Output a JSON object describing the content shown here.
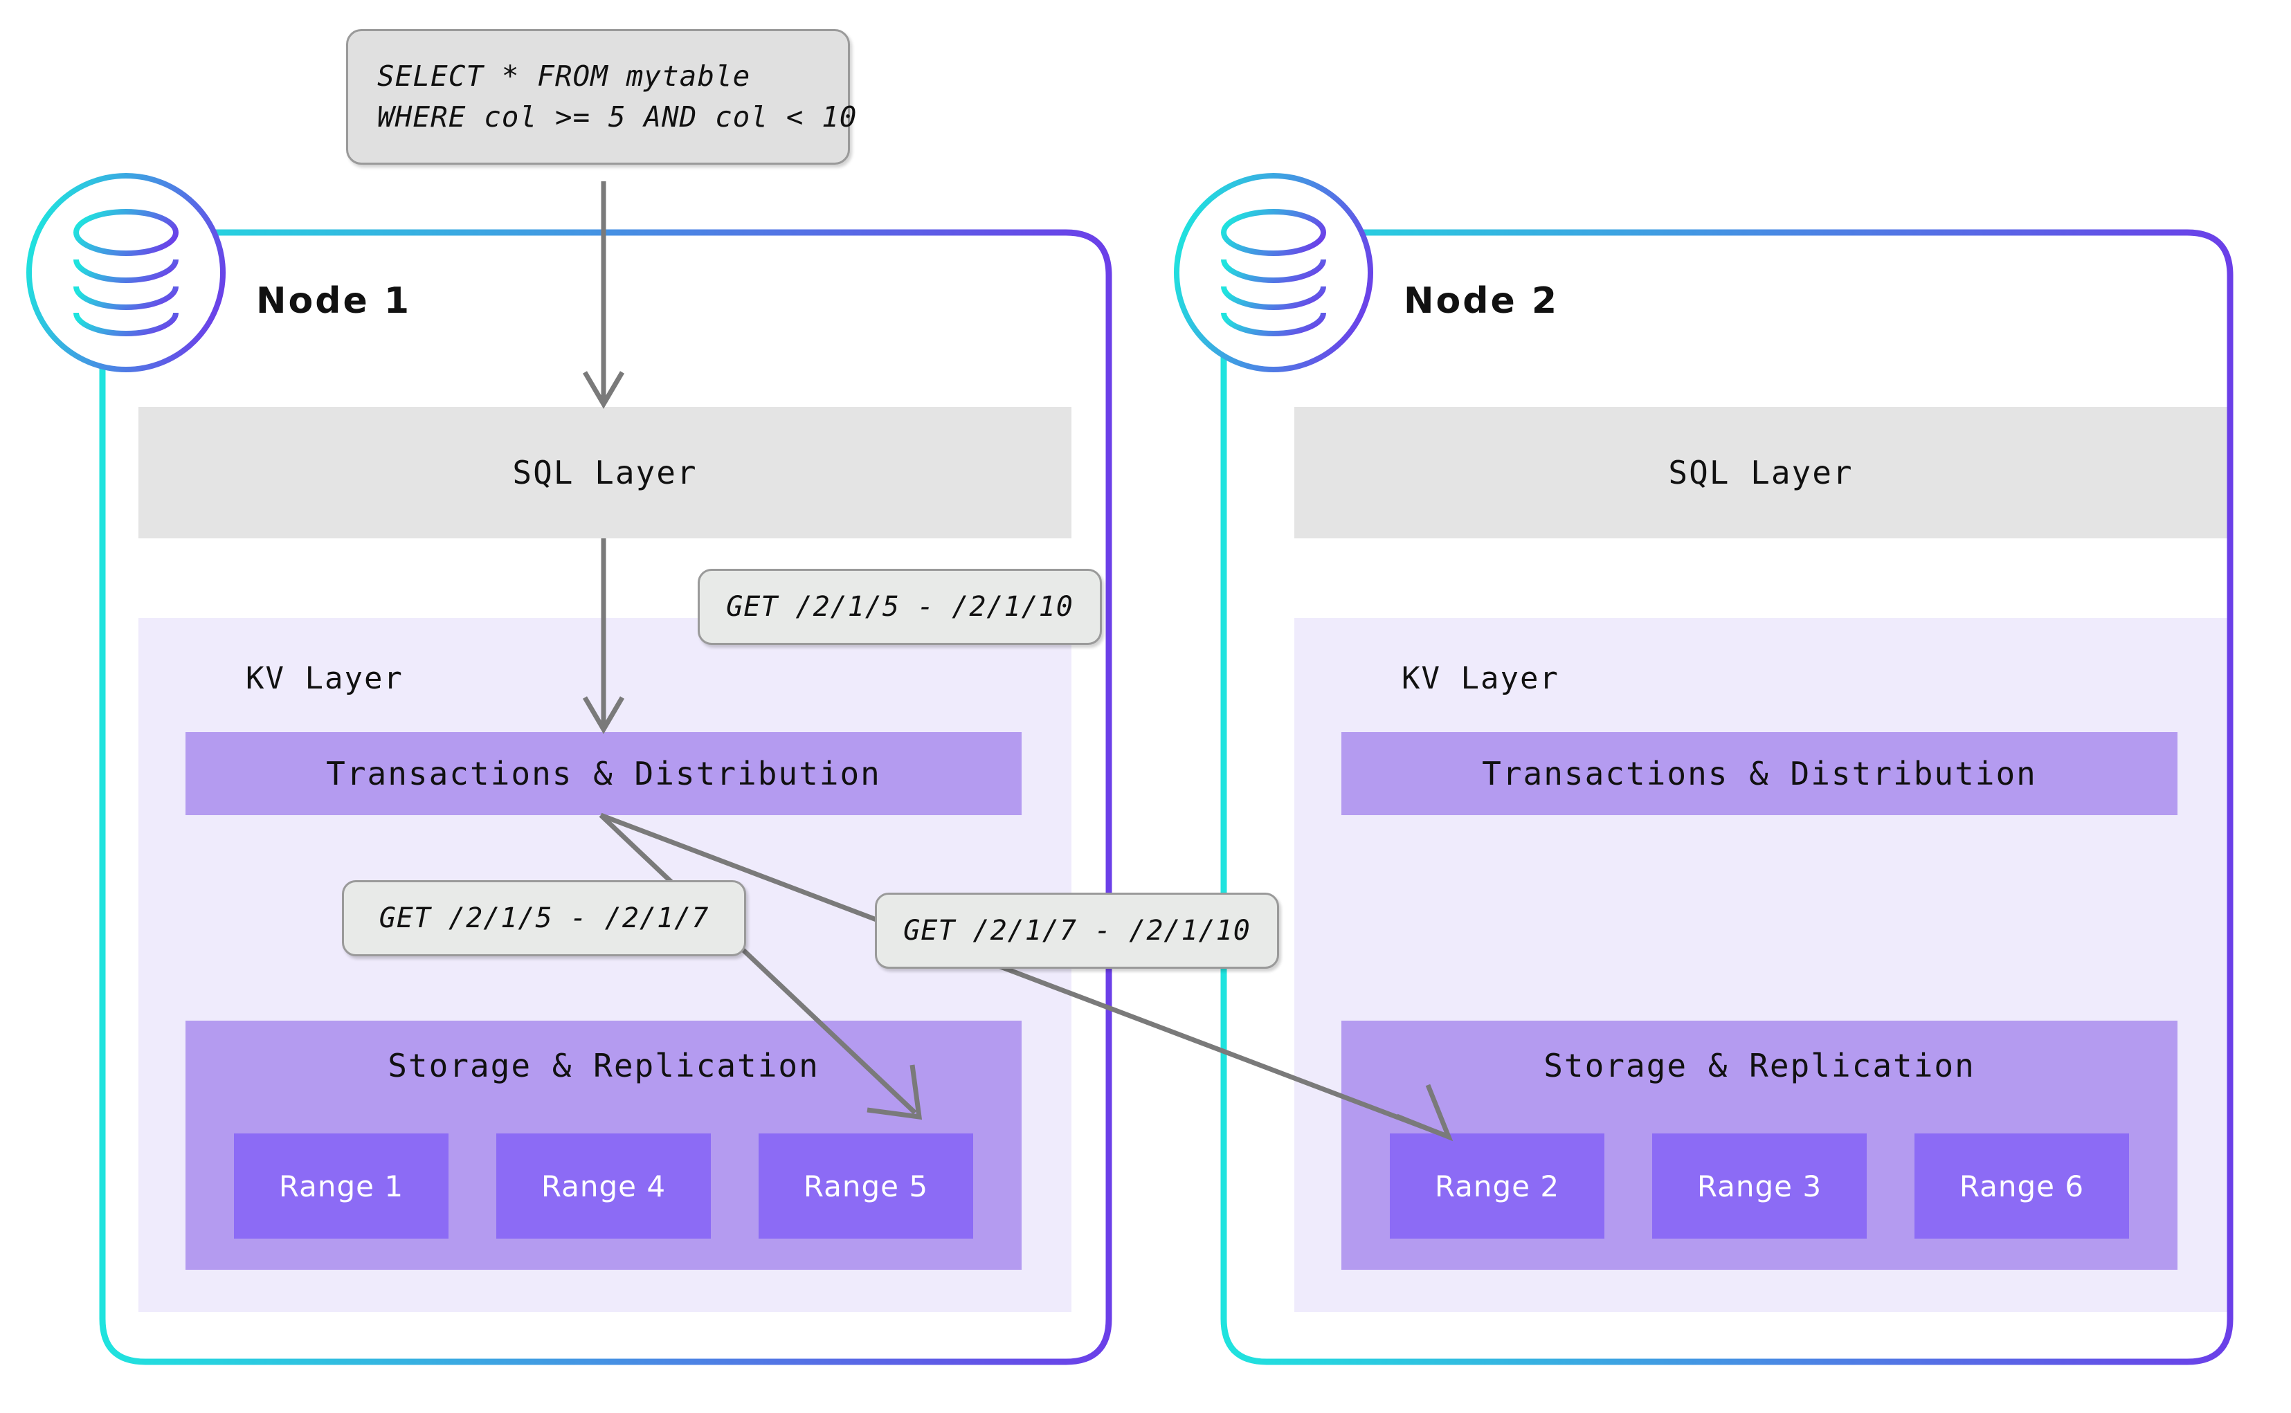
{
  "diagram": {
    "title": "Distributed SQL query routing across nodes",
    "colors": {
      "accent_cyan": "#1FE3DE",
      "accent_purple": "#6B3FE8",
      "sql_layer_bg": "#E4E4E4",
      "kv_panel_bg": "#EFEBFC",
      "inner_block_bg": "#B49BF0",
      "range_bg": "#8C6BF5",
      "callout_bg": "#E8EAE8",
      "callout_border": "#9A9A9A",
      "arrow_stroke": "#7A7A7A"
    }
  },
  "query_box": {
    "line1": "SELECT * FROM mytable",
    "line2": "WHERE col >= 5 AND col < 10"
  },
  "callouts": {
    "kv_request": "GET /2/1/5 - /2/1/10",
    "range_local": "GET /2/1/5 - /2/1/7",
    "range_remote": "GET /2/1/7 - /2/1/10"
  },
  "nodes": [
    {
      "id": "node-1",
      "title": "Node 1",
      "icon": "database-icon",
      "sql_layer_label": "SQL Layer",
      "kv_layer_label": "KV Layer",
      "transactions_label": "Transactions & Distribution",
      "storage_label": "Storage & Replication",
      "ranges": [
        "Range 1",
        "Range 4",
        "Range 5"
      ]
    },
    {
      "id": "node-2",
      "title": "Node 2",
      "icon": "database-icon",
      "sql_layer_label": "SQL Layer",
      "kv_layer_label": "KV Layer",
      "transactions_label": "Transactions & Distribution",
      "storage_label": "Storage & Replication",
      "ranges": [
        "Range 2",
        "Range 3",
        "Range 6"
      ]
    }
  ]
}
